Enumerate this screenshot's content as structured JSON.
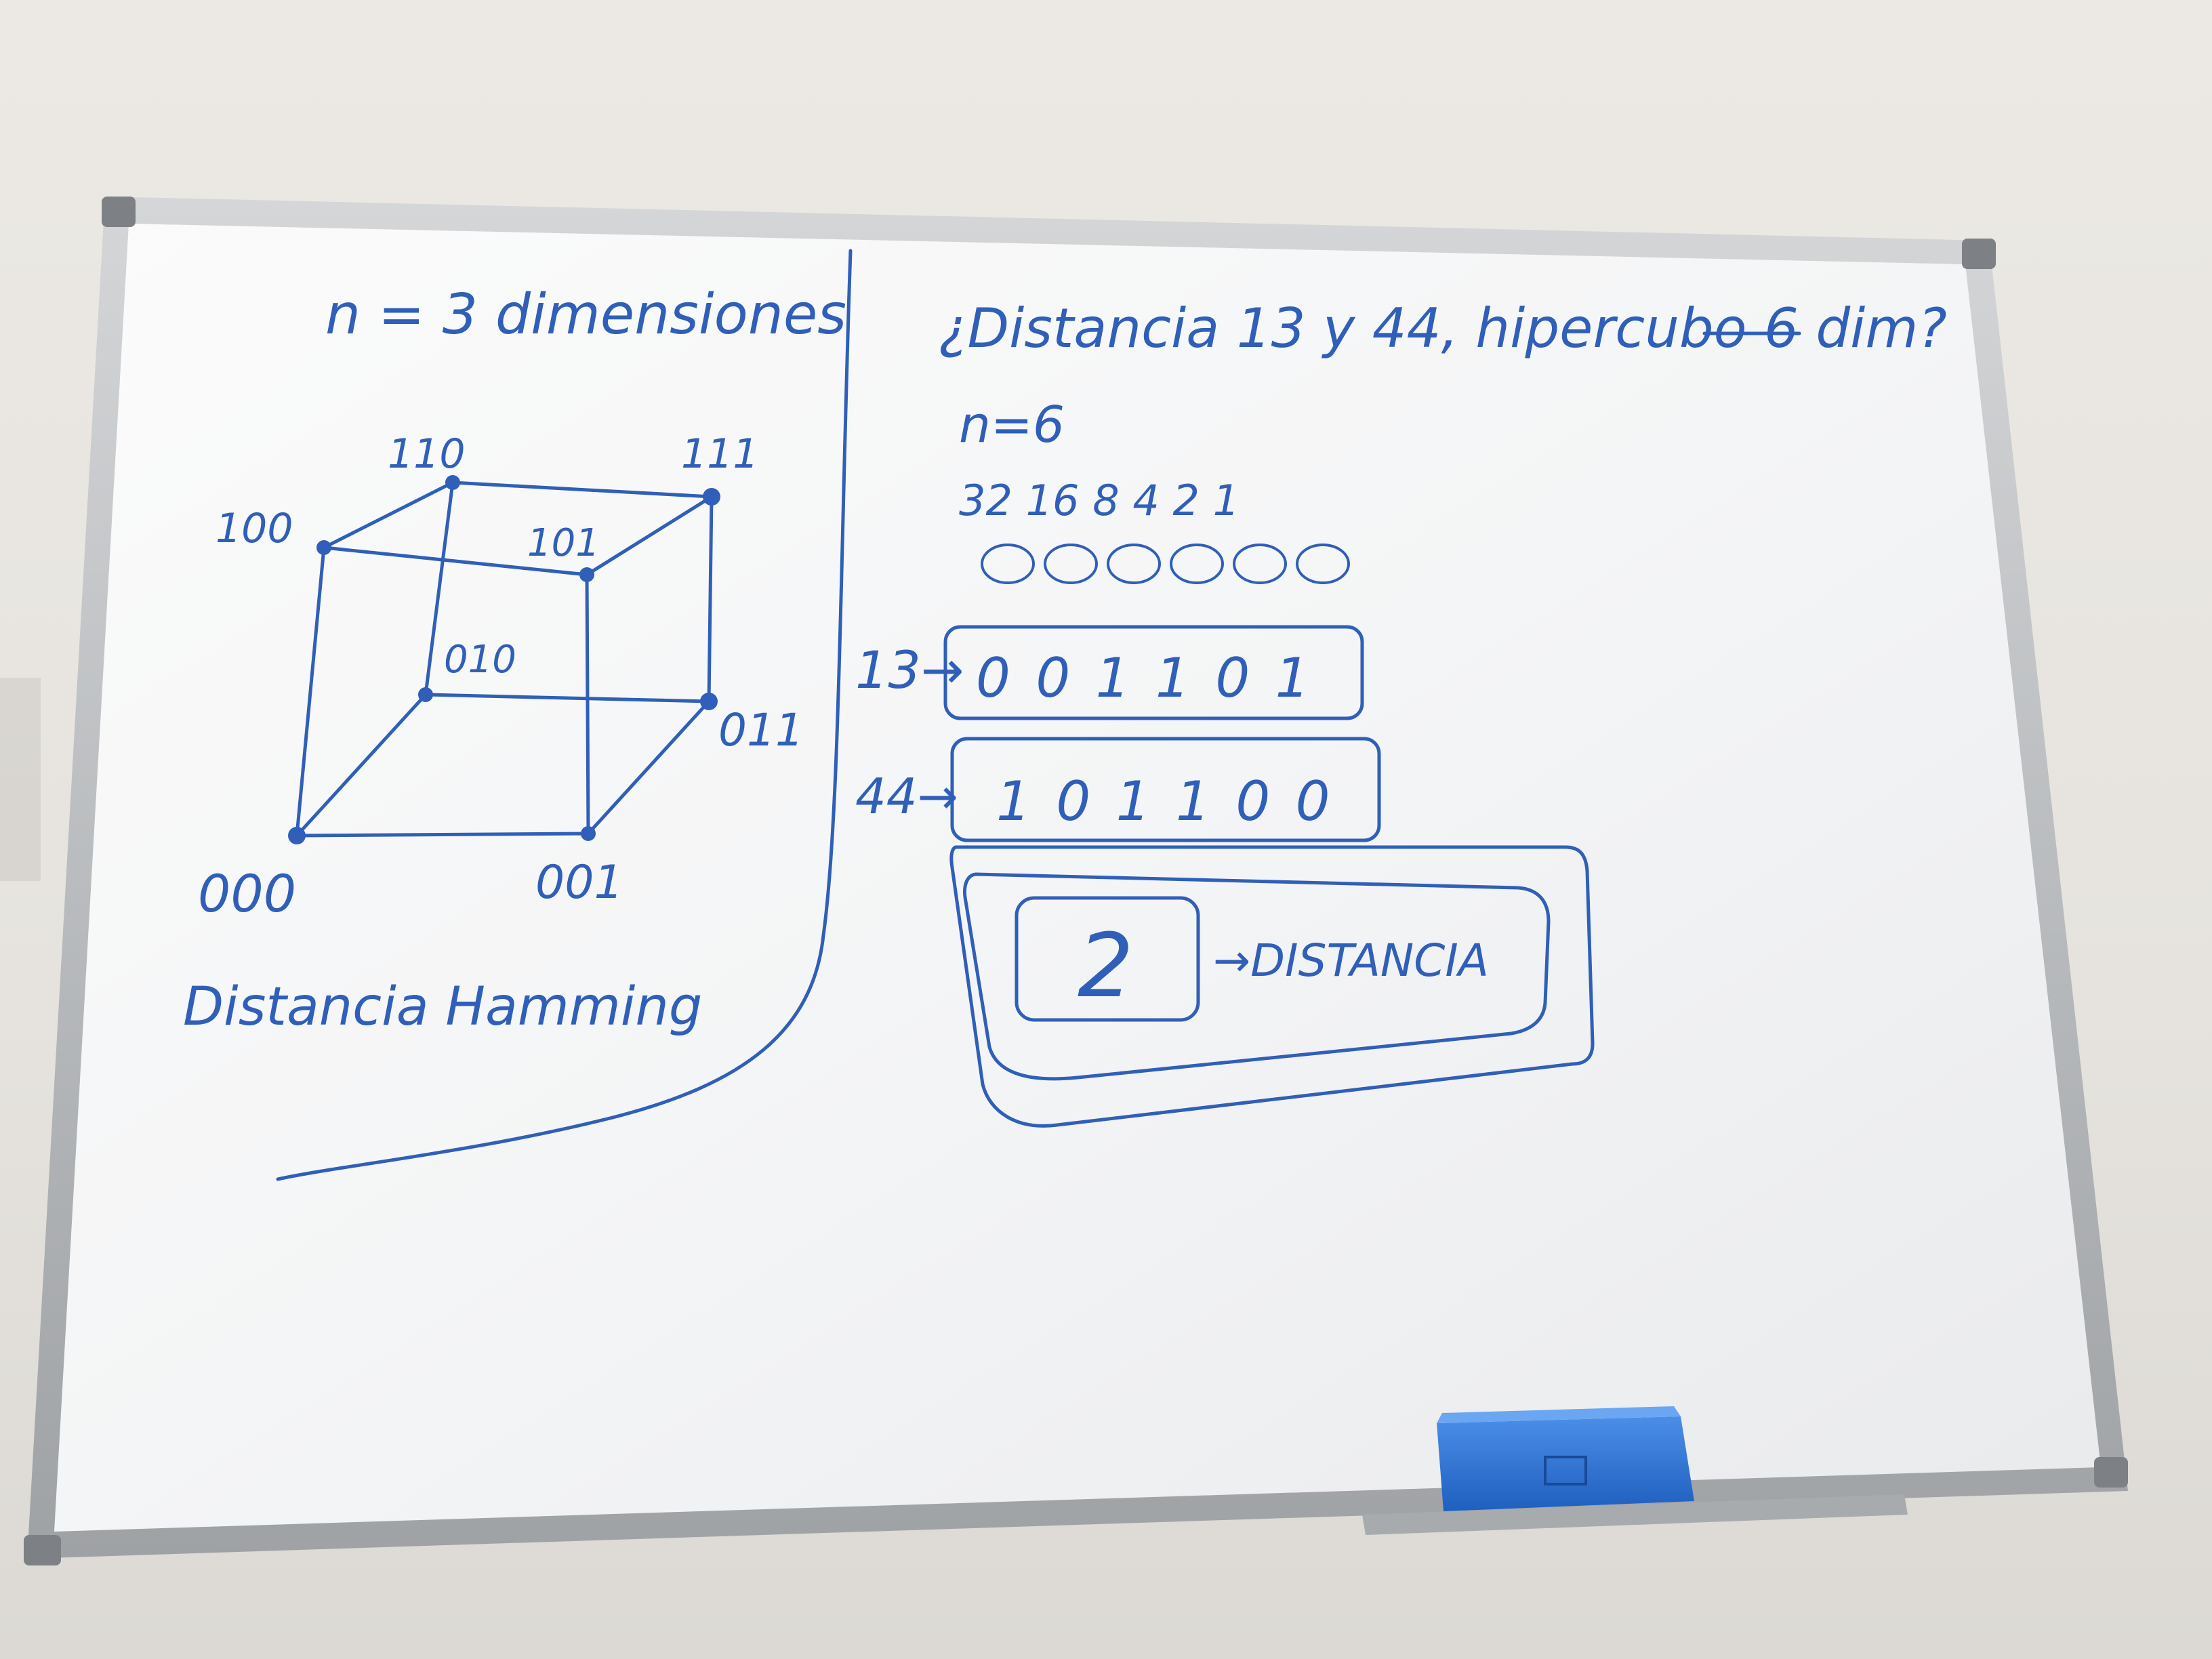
{
  "left_panel": {
    "title": "n = 3 dimensiones",
    "vertices": {
      "v100": "100",
      "v110": "110",
      "v111": "111",
      "v101": "101",
      "v010": "010",
      "v011": "011",
      "v000": "000",
      "v001": "001"
    },
    "caption": "Distancia Hamming"
  },
  "right_panel": {
    "question": "¿Distancia 13 y 44, hipercubo 6 dim?",
    "n_line": "n=6",
    "weights": "32 16 8 4 2 1",
    "row13": {
      "label": "13→",
      "bits": "0 0 1 1 0 1"
    },
    "row44": {
      "label": "44→",
      "bits": "1 0 1 1 0 0"
    },
    "result": {
      "value": "2",
      "label": "→DISTANCIA"
    }
  },
  "colors": {
    "ink": "#2f5fb8",
    "eraser": "#2a6fd0",
    "frame": "#b9bcbf",
    "board": "#f3f4f5",
    "wall": "#e8e5e0"
  },
  "objects": [
    "whiteboard",
    "aluminium-frame",
    "eraser",
    "marker-tray"
  ]
}
